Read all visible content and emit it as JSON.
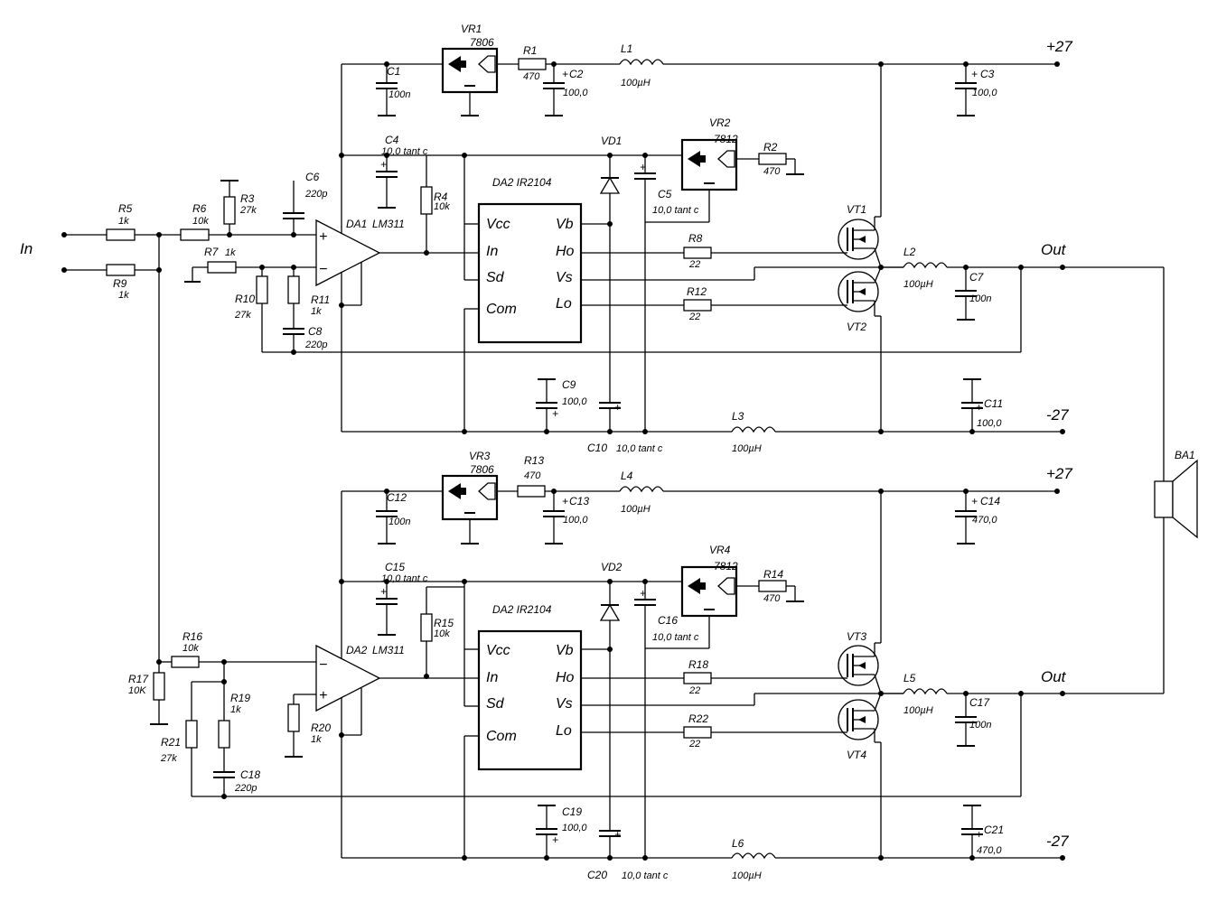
{
  "nets": {
    "in": "In",
    "out_a": "Out",
    "out_b": "Out",
    "pos_a": "+27",
    "neg_a": "-27",
    "pos_b": "+27",
    "neg_b": "-27"
  },
  "speaker": "BA1",
  "upper": {
    "VR1": {
      "ref": "VR1",
      "part": "7806"
    },
    "VR2": {
      "ref": "VR2",
      "part": "7812"
    },
    "R1": {
      "ref": "R1",
      "value": "470"
    },
    "R2": {
      "ref": "R2",
      "value": "470"
    },
    "R3": {
      "ref": "R3",
      "value": "27k"
    },
    "R4": {
      "ref": "R4",
      "value": "10k"
    },
    "R5": {
      "ref": "R5",
      "value": "1k"
    },
    "R6": {
      "ref": "R6",
      "value": "10k"
    },
    "R7": {
      "ref": "R7",
      "value": "1k"
    },
    "R8": {
      "ref": "R8",
      "value": "22"
    },
    "R9": {
      "ref": "R9",
      "value": "1k"
    },
    "R10": {
      "ref": "R10",
      "value": "27k"
    },
    "R11": {
      "ref": "R11",
      "value": "1k"
    },
    "R12": {
      "ref": "R12",
      "value": "22"
    },
    "C1": {
      "ref": "C1",
      "value": "100n"
    },
    "C2": {
      "ref": "C2",
      "value": "100,0"
    },
    "C3": {
      "ref": "C3",
      "value": "100,0"
    },
    "C4": {
      "ref": "C4",
      "value": "10,0 tant c"
    },
    "C5": {
      "ref": "C5",
      "value": "10,0 tant c"
    },
    "C6": {
      "ref": "C6",
      "value": "220p"
    },
    "C7": {
      "ref": "C7",
      "value": "100n"
    },
    "C8": {
      "ref": "C8",
      "value": "220p"
    },
    "C9": {
      "ref": "C9",
      "value": "100,0"
    },
    "C10": {
      "ref": "C10",
      "value": "10,0 tant c"
    },
    "C11": {
      "ref": "C11",
      "value": "100,0"
    },
    "L1": {
      "ref": "L1",
      "value": "100µH"
    },
    "L2": {
      "ref": "L2",
      "value": "100µH"
    },
    "L3": {
      "ref": "L3",
      "value": "100µH"
    },
    "VD1": "VD1",
    "VT1": "VT1",
    "VT2": "VT2",
    "DA1": {
      "ref": "DA1",
      "part": "LM311"
    },
    "DA2": {
      "title": "DA2 IR2104"
    }
  },
  "lower": {
    "VR3": {
      "ref": "VR3",
      "part": "7806"
    },
    "VR4": {
      "ref": "VR4",
      "part": "7812"
    },
    "R13": {
      "ref": "R13",
      "value": "470"
    },
    "R14": {
      "ref": "R14",
      "value": "470"
    },
    "R15": {
      "ref": "R15",
      "value": "10k"
    },
    "R16": {
      "ref": "R16",
      "value": "10k"
    },
    "R17": {
      "ref": "R17",
      "value": "10K"
    },
    "R18": {
      "ref": "R18",
      "value": "22"
    },
    "R19": {
      "ref": "R19",
      "value": "1k"
    },
    "R20": {
      "ref": "R20",
      "value": "1k"
    },
    "R21": {
      "ref": "R21",
      "value": "27k"
    },
    "R22": {
      "ref": "R22",
      "value": "22"
    },
    "C12": {
      "ref": "C12",
      "value": "100n"
    },
    "C13": {
      "ref": "C13",
      "value": "100,0"
    },
    "C14": {
      "ref": "C14",
      "value": "470,0"
    },
    "C15": {
      "ref": "C15",
      "value": "10,0 tant c"
    },
    "C16": {
      "ref": "C16",
      "value": "10,0 tant c"
    },
    "C17": {
      "ref": "C17",
      "value": "100n"
    },
    "C18": {
      "ref": "C18",
      "value": "220p"
    },
    "C19": {
      "ref": "C19",
      "value": "100,0"
    },
    "C20": {
      "ref": "C20",
      "value": "10,0 tant c"
    },
    "C21": {
      "ref": "C21",
      "value": "470,0"
    },
    "L4": {
      "ref": "L4",
      "value": "100µH"
    },
    "L5": {
      "ref": "L5",
      "value": "100µH"
    },
    "L6": {
      "ref": "L6",
      "value": "100µH"
    },
    "VD2": "VD2",
    "VT3": "VT3",
    "VT4": "VT4",
    "DA2": {
      "ref": "DA2",
      "part": "LM311"
    },
    "DA2b": {
      "title": "DA2 IR2104"
    }
  },
  "driver_pins": {
    "vcc": "Vcc",
    "in": "In",
    "sd": "Sd",
    "com": "Com",
    "vb": "Vb",
    "ho": "Ho",
    "vs": "Vs",
    "lo": "Lo"
  },
  "opamp_signs": {
    "plus": "+",
    "minus": "−"
  },
  "cap_polarity": "+"
}
